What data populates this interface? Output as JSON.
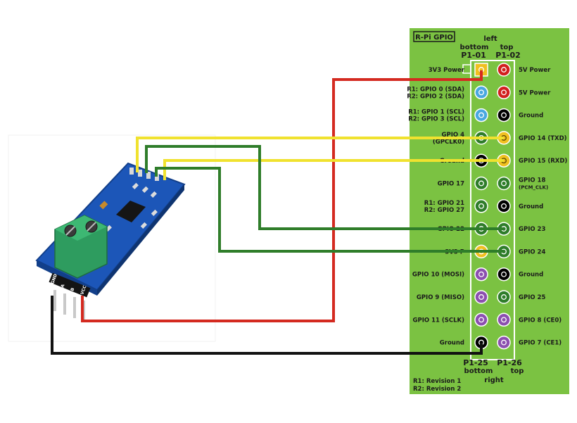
{
  "panel": {
    "title": "R-Pi GPIO",
    "left_header": "left",
    "bottom_caption": "bottom",
    "top_caption": "top",
    "p1_01": "P1-01",
    "p1_02": "P1-02",
    "p1_25": "P1-25",
    "p1_26": "P1-26",
    "bottom_word": "bottom",
    "top_word": "top",
    "right_word": "right",
    "legend_r1": "R1: Revision 1",
    "legend_r2": "R2: Revision 2"
  },
  "colors": {
    "panel_green": "#7bc242",
    "wire_red": "#d42a20",
    "wire_yellow": "#f0e22f",
    "wire_green": "#2f7d2a",
    "wire_black": "#111111",
    "pin_red": "#d21f1f",
    "pin_blue": "#4aa8e0",
    "pin_black": "#000000",
    "pin_green": "#2f7d2a",
    "pin_yellow": "#f0c020",
    "pin_orange": "#f0c020",
    "pin_purple": "#8c4fb0"
  },
  "pins": [
    {
      "left_label": [
        "3V3 Power"
      ],
      "left_color": "orange",
      "right_label": [
        "5V Power"
      ],
      "right_color": "red"
    },
    {
      "left_label": [
        "R1: GPIO 0 (SDA)",
        "R2: GPIO 2 (SDA)"
      ],
      "left_color": "blue",
      "right_label": [
        "5V Power"
      ],
      "right_color": "red"
    },
    {
      "left_label": [
        "R1: GPIO 1 (SCL)",
        "R2: GPIO 3 (SCL)"
      ],
      "left_color": "blue",
      "right_label": [
        "Ground"
      ],
      "right_color": "black"
    },
    {
      "left_label": [
        "GPIO 4",
        "(GPCLK0)"
      ],
      "left_color": "green",
      "right_label": [
        "GPIO 14 (TXD)"
      ],
      "right_color": "yellow"
    },
    {
      "left_label": [
        "Ground"
      ],
      "left_color": "black",
      "right_label": [
        "GPIO 15 (RXD)"
      ],
      "right_color": "yellow"
    },
    {
      "left_label": [
        "GPIO 17"
      ],
      "left_color": "green",
      "right_label": [
        "GPIO 18",
        "(PCM_CLK)"
      ],
      "right_color": "green"
    },
    {
      "left_label": [
        "R1: GPIO 21",
        "R2: GPIO 27"
      ],
      "left_color": "green",
      "right_label": [
        "Ground"
      ],
      "right_color": "black"
    },
    {
      "left_label": [
        "GPIO 22"
      ],
      "left_color": "green",
      "right_label": [
        "GPIO 23"
      ],
      "right_color": "green"
    },
    {
      "left_label": [
        "3V3 P"
      ],
      "left_color": "yellow",
      "right_label": [
        "GPIO 24"
      ],
      "right_color": "green"
    },
    {
      "left_label": [
        "GPIO 10 (MOSI)"
      ],
      "left_color": "purple",
      "right_label": [
        "Ground"
      ],
      "right_color": "black"
    },
    {
      "left_label": [
        "GPIO 9 (MISO)"
      ],
      "left_color": "purple",
      "right_label": [
        "GPIO 25"
      ],
      "right_color": "green"
    },
    {
      "left_label": [
        "GPIO 11 (SCLK)"
      ],
      "left_color": "purple",
      "right_label": [
        "GPIO 8 (CE0)"
      ],
      "right_color": "purple"
    },
    {
      "left_label": [
        "Ground"
      ],
      "left_color": "black",
      "right_label": [
        "GPIO 7 (CE1)"
      ],
      "right_color": "purple"
    }
  ],
  "module": {
    "pin_labels": [
      "GND",
      "A",
      "B",
      "VCC"
    ]
  }
}
